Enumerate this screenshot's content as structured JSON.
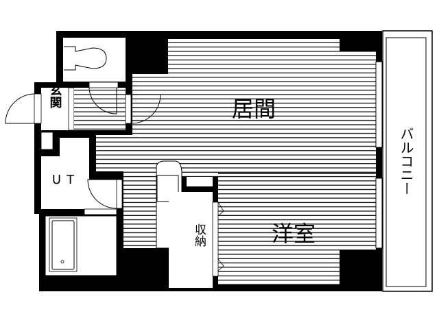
{
  "floor_plan": {
    "rooms": {
      "living": "居間",
      "western_room": "洋室",
      "entrance": "玄関",
      "utility": "UT",
      "storage": "収納",
      "balcony": "バルコニー"
    },
    "colors": {
      "wall": "#000000",
      "floor": "#ffffff",
      "hatch": "#000000"
    }
  }
}
